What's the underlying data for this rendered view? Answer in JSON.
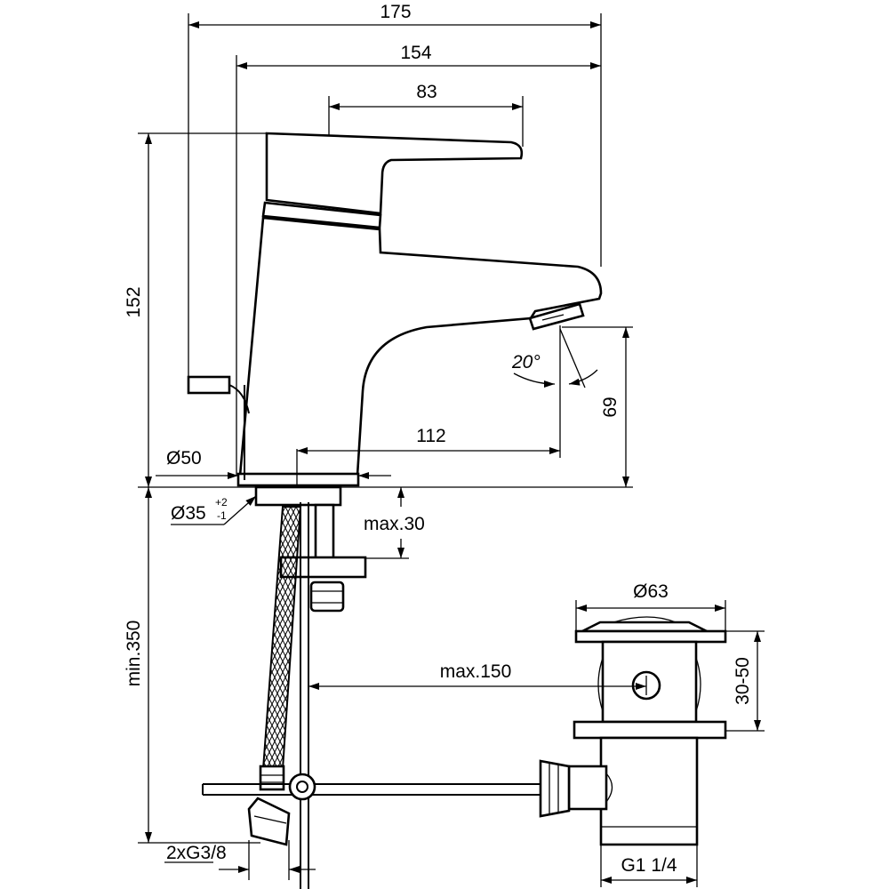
{
  "drawing": {
    "title": "Basin mixer technical drawing",
    "dimensions": {
      "total_depth": "175",
      "body_depth": "154",
      "lever_length": "83",
      "height": "152",
      "spout_reach": "112",
      "spout_height": "69",
      "angle": "20°",
      "base_diameter": "Ø50",
      "hole_diameter": "Ø35",
      "hole_tol_plus": "+2",
      "hole_tol_minus": "-1",
      "deck_thickness": "max.30",
      "hose_length": "min.350",
      "pull_rod": "max.150",
      "waste_diameter": "Ø63",
      "waste_adjust": "30-50",
      "hose_thread": "2xG3/8",
      "waste_thread": "G1 1/4"
    }
  }
}
